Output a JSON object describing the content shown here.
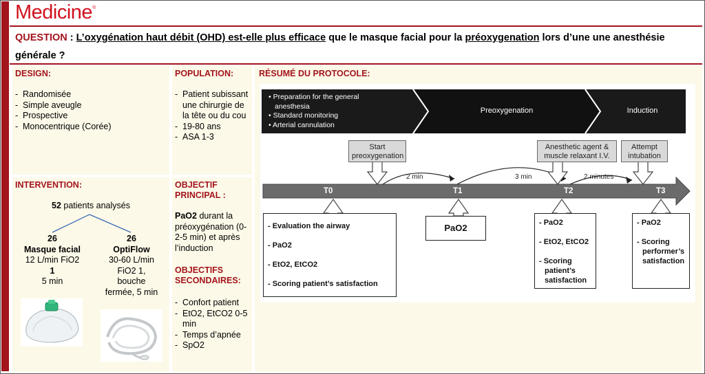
{
  "header": {
    "logo": "Medicine",
    "logo_mark": "®",
    "question_label": "QUESTION",
    "question_sep": " : ",
    "question_part1": "L’oxygénation haut débit (OHD) est-elle plus efficace",
    "question_part2": " que le masque facial pour la ",
    "question_part3": "préoxygenation",
    "question_part4": " lors d’une une anesthésie générale ?"
  },
  "design": {
    "heading": "DESIGN:",
    "items": [
      "Randomisée",
      "Simple aveugle",
      "Prospective",
      "Monocentrique (Corée)"
    ]
  },
  "population": {
    "heading": "POPULATION:",
    "items": [
      "Patient subissant une chirurgie de la tête ou du cou",
      "19-80 ans",
      "ASA 1-3"
    ]
  },
  "intervention": {
    "heading": "INTERVENTION:",
    "total_count": "52",
    "total_label": " patients analysés",
    "arm1": {
      "count": "26",
      "name": "Masque facial",
      "line1": "12 L/min FiO2",
      "line2": "1",
      "line3": "5 min"
    },
    "arm2": {
      "count": "26",
      "name": "OptiFlow",
      "line1": "30-60 L/min",
      "line2": "FiO2 1,",
      "line3": "bouche",
      "line4": "fermée, 5 min"
    }
  },
  "objectif": {
    "heading": "OBJECTIF PRINCIPAL :",
    "primary_bold": "PaO2",
    "primary_rest": " durant la préoxygénation (0-2-5 min) et après l’induction",
    "secondary_heading": "OBJECTIFS SECONDAIRES:",
    "secondary_items": [
      "Confort patient",
      "EtO2, EtCO2 0-5 min",
      "Temps d’apnée",
      "SpO2"
    ]
  },
  "protocol": {
    "heading": "RÉSUMÉ DU PROTOCOLE:",
    "phase1": [
      "Preparation for the general",
      "anesthesia",
      "Standard monitoring",
      "Arterial cannulation"
    ],
    "phase2": "Preoxygenation",
    "phase3": "Induction",
    "step_start": [
      "Start",
      "preoxygenation"
    ],
    "step_agent": [
      "Anesthetic agent &",
      "muscle relaxant I.V."
    ],
    "step_attempt": [
      "Attempt",
      "intubation"
    ],
    "interval1": "2 min",
    "interval2": "3 min",
    "interval3": "2 minutes",
    "timepoints": [
      "T0",
      "T1",
      "T2",
      "T3"
    ],
    "t0_items": [
      "- Evaluation the airway",
      "- PaO2",
      "- EtO2, EtCO2",
      "- Scoring patient’s satisfaction"
    ],
    "t1_item": "PaO2",
    "t2_items": [
      "- PaO2",
      "- EtO2, EtCO2",
      "- Scoring",
      "patient’s",
      "satisfaction"
    ],
    "t3_items": [
      "- PaO2",
      "- Scoring",
      "performer’s",
      "satisfaction"
    ]
  },
  "colors": {
    "accent": "#a3141c",
    "panel": "#fcf9e8",
    "banner": "#111111",
    "timeline": "#6b6b6b"
  }
}
